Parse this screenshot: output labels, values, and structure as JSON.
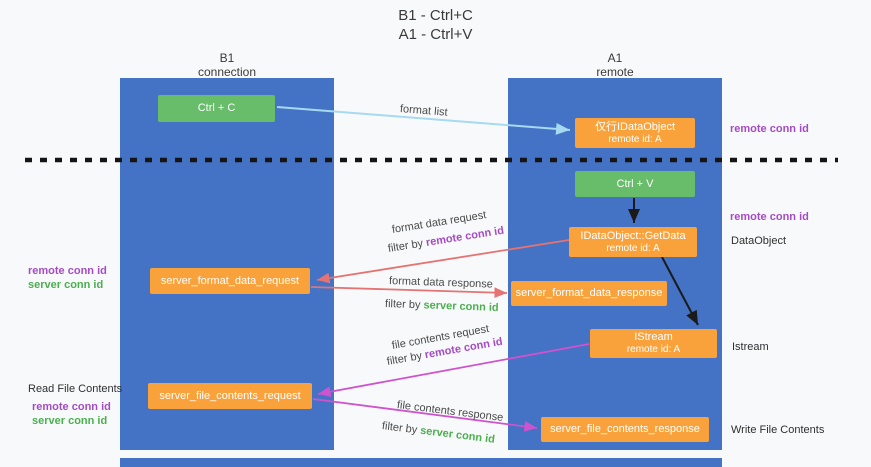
{
  "title": {
    "line1": "B1 - Ctrl+C",
    "line2": "A1 - Ctrl+V"
  },
  "lanes": {
    "left": {
      "name": "B1",
      "role": "connection"
    },
    "right": {
      "name": "A1",
      "role": "remote"
    }
  },
  "nodes": {
    "ctrl_c": {
      "label": "Ctrl + C"
    },
    "ctrl_v": {
      "label": "Ctrl + V"
    },
    "clipboard_object": {
      "line1": "仅行IDataObject",
      "line2": "remote id: A"
    },
    "get_data": {
      "line1": "IDataObject::GetData",
      "line2": "remote id: A"
    },
    "istream": {
      "line1": "IStream",
      "line2": "remote id: A"
    },
    "server_format_data_request": {
      "label": "server_format_data_request"
    },
    "server_format_data_response": {
      "label": "server_format_data_response"
    },
    "server_file_contents_request": {
      "label": "server_file_contents_request"
    },
    "server_file_contents_response": {
      "label": "server_file_contents_response"
    }
  },
  "edges": {
    "format_list": {
      "label": "format list"
    },
    "format_data_request": {
      "label": "format data request",
      "filter_prefix": "filter by",
      "filter_key": "remote conn id"
    },
    "format_data_response": {
      "label": "format data response",
      "filter_prefix": "filter by",
      "filter_key": "server conn id"
    },
    "file_contents_request": {
      "label": "file contents request",
      "filter_prefix": "filter by",
      "filter_key": "remote conn id"
    },
    "file_contents_response": {
      "label": "file contents response",
      "filter_prefix": "filter by",
      "filter_key": "server conn id"
    }
  },
  "side_labels": {
    "remote_conn_id_top": "remote conn id",
    "remote_conn_id_mid": "remote conn id",
    "dataobject": "DataObject",
    "istream": "Istream",
    "write_file_contents": "Write File Contents",
    "read_file_contents": "Read File Contents",
    "left_remote_conn_id_1": "remote conn id",
    "left_server_conn_id_1": "server conn id",
    "left_remote_conn_id_2": "remote conn id",
    "left_server_conn_id_2": "server conn id"
  },
  "colors": {
    "lane_blue": "#4472c4",
    "green_box": "#68bd6b",
    "orange_box": "#f9a23c",
    "arrow_light_blue": "#a6d9f2",
    "arrow_red": "#e57373",
    "arrow_magenta": "#cf52cf",
    "arrow_black": "#1a1a1a",
    "purple_text": "#a54cc5",
    "green_text": "#4caf50"
  }
}
